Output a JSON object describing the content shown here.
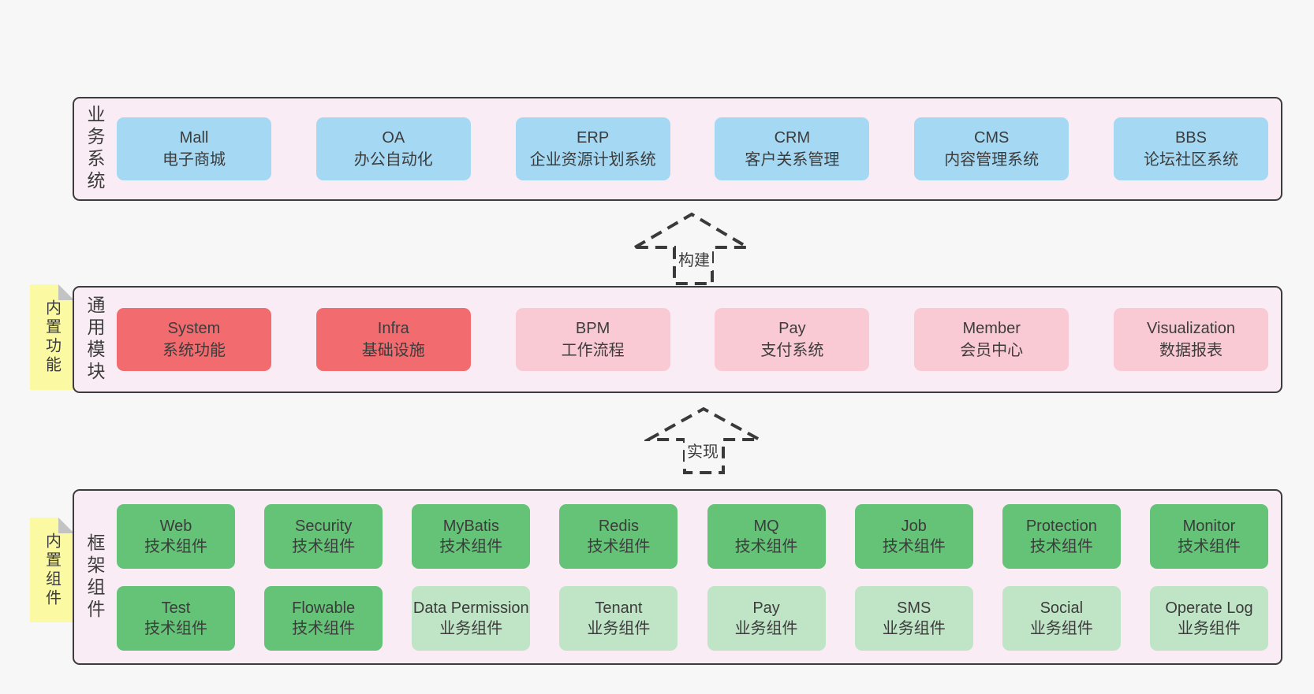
{
  "palette": {
    "page-bg": "#f7f7f7",
    "band-bg": "#f9ecf4",
    "band-border": "#3c3c3c",
    "blue": "#a5d8f3",
    "red": "#f26b6e",
    "pink": "#facad4",
    "green-dark": "#64c377",
    "green-light": "#c0e5c6",
    "note-yellow": "#fbf9a2",
    "note-fold": "#c3c3c3",
    "text": "#3c3c3c"
  },
  "notes": [
    {
      "label": "内置功能"
    },
    {
      "label": "内置组件"
    }
  ],
  "arrows": [
    {
      "label": "构建"
    },
    {
      "label": "实现"
    }
  ],
  "band1": {
    "label": "业务系统",
    "boxes": [
      {
        "name": "Mall",
        "desc": "电子商城"
      },
      {
        "name": "OA",
        "desc": "办公自动化"
      },
      {
        "name": "ERP",
        "desc": "企业资源计划系统"
      },
      {
        "name": "CRM",
        "desc": "客户关系管理"
      },
      {
        "name": "CMS",
        "desc": "内容管理系统"
      },
      {
        "name": "BBS",
        "desc": "论坛社区系统"
      }
    ]
  },
  "band2": {
    "label": "通用模块",
    "boxes": [
      {
        "name": "System",
        "desc": "系统功能",
        "color": "red"
      },
      {
        "name": "Infra",
        "desc": "基础设施",
        "color": "red"
      },
      {
        "name": "BPM",
        "desc": "工作流程",
        "color": "pink"
      },
      {
        "name": "Pay",
        "desc": "支付系统",
        "color": "pink"
      },
      {
        "name": "Member",
        "desc": "会员中心",
        "color": "pink"
      },
      {
        "name": "Visualization",
        "desc": "数据报表",
        "color": "pink"
      }
    ]
  },
  "band3": {
    "label": "框架组件",
    "row1": [
      {
        "name": "Web",
        "desc": "技术组件",
        "color": "green-dark"
      },
      {
        "name": "Security",
        "desc": "技术组件",
        "color": "green-dark"
      },
      {
        "name": "MyBatis",
        "desc": "技术组件",
        "color": "green-dark"
      },
      {
        "name": "Redis",
        "desc": "技术组件",
        "color": "green-dark"
      },
      {
        "name": "MQ",
        "desc": "技术组件",
        "color": "green-dark"
      },
      {
        "name": "Job",
        "desc": "技术组件",
        "color": "green-dark"
      },
      {
        "name": "Protection",
        "desc": "技术组件",
        "color": "green-dark"
      },
      {
        "name": "Monitor",
        "desc": "技术组件",
        "color": "green-dark"
      }
    ],
    "row2": [
      {
        "name": "Test",
        "desc": "技术组件",
        "color": "green-dark"
      },
      {
        "name": "Flowable",
        "desc": "技术组件",
        "color": "green-dark"
      },
      {
        "name": "Data Permission",
        "desc": "业务组件",
        "color": "green-light"
      },
      {
        "name": "Tenant",
        "desc": "业务组件",
        "color": "green-light"
      },
      {
        "name": "Pay",
        "desc": "业务组件",
        "color": "green-light"
      },
      {
        "name": "SMS",
        "desc": "业务组件",
        "color": "green-light"
      },
      {
        "name": "Social",
        "desc": "业务组件",
        "color": "green-light"
      },
      {
        "name": "Operate Log",
        "desc": "业务组件",
        "color": "green-light"
      }
    ]
  }
}
